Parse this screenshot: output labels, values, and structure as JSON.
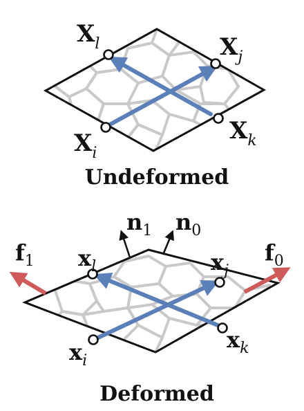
{
  "undeformed": {
    "caption": "Undeformed",
    "labels": {
      "l": [
        "X",
        "l"
      ],
      "j": [
        "X",
        "j"
      ],
      "i": [
        "X",
        "i"
      ],
      "k": [
        "X",
        "k"
      ]
    }
  },
  "deformed": {
    "caption": "Deformed",
    "labels": {
      "l": [
        "x",
        "l"
      ],
      "j": [
        "x",
        "j"
      ],
      "i": [
        "x",
        "i"
      ],
      "k": [
        "x",
        "k"
      ]
    },
    "normals": {
      "n1": [
        "n",
        "1"
      ],
      "n0": [
        "n",
        "0"
      ]
    },
    "forces": {
      "f1": [
        "f",
        "1"
      ],
      "f0": [
        "f",
        "0"
      ]
    }
  },
  "colors": {
    "edge_arrow": "#5b7fb8",
    "force_arrow": "#cf5a5a",
    "mesh": "#c9c9c9",
    "outline": "#111111"
  }
}
